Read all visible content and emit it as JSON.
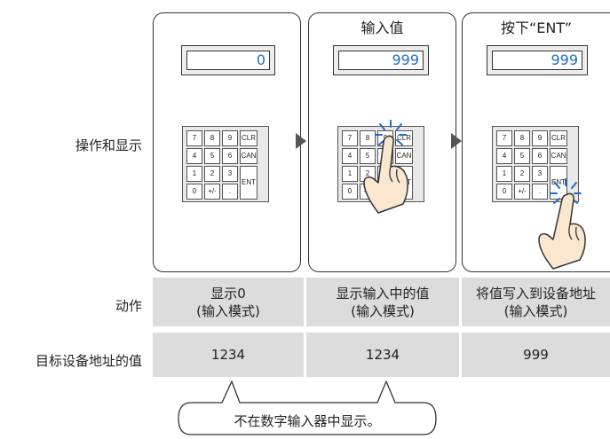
{
  "row_labels": {
    "operation": "操作和显示",
    "action": "动作",
    "target_value": "目标设备地址的值"
  },
  "panels": [
    {
      "title": "",
      "display_value": "0"
    },
    {
      "title": "输入值",
      "display_value": "999"
    },
    {
      "title": "按下“ENT”",
      "display_value": "999"
    }
  ],
  "keypad_keys": {
    "k7": "7",
    "k8": "8",
    "k9": "9",
    "clr": "CLR",
    "k4": "4",
    "k5": "5",
    "k6": "6",
    "can": "CAN",
    "k1": "1",
    "k2": "2",
    "k3": "3",
    "k0": "0",
    "pm": "+/-",
    "dot": ".",
    "ent": "ENT"
  },
  "actions": [
    {
      "line1": "显示0",
      "line2": "(输入模式)"
    },
    {
      "line1": "显示输入中的值",
      "line2": "(输入模式)"
    },
    {
      "line1": "将值写入到设备地址",
      "line2": "(输入模式)"
    }
  ],
  "target_values": [
    "1234",
    "1234",
    "999"
  ],
  "callout": "不在数字输入器中显示。",
  "colors": {
    "value_blue": "#1f6cc4",
    "cell_gray": "#dcdcdc",
    "tap_yellow": "#f2b200"
  }
}
